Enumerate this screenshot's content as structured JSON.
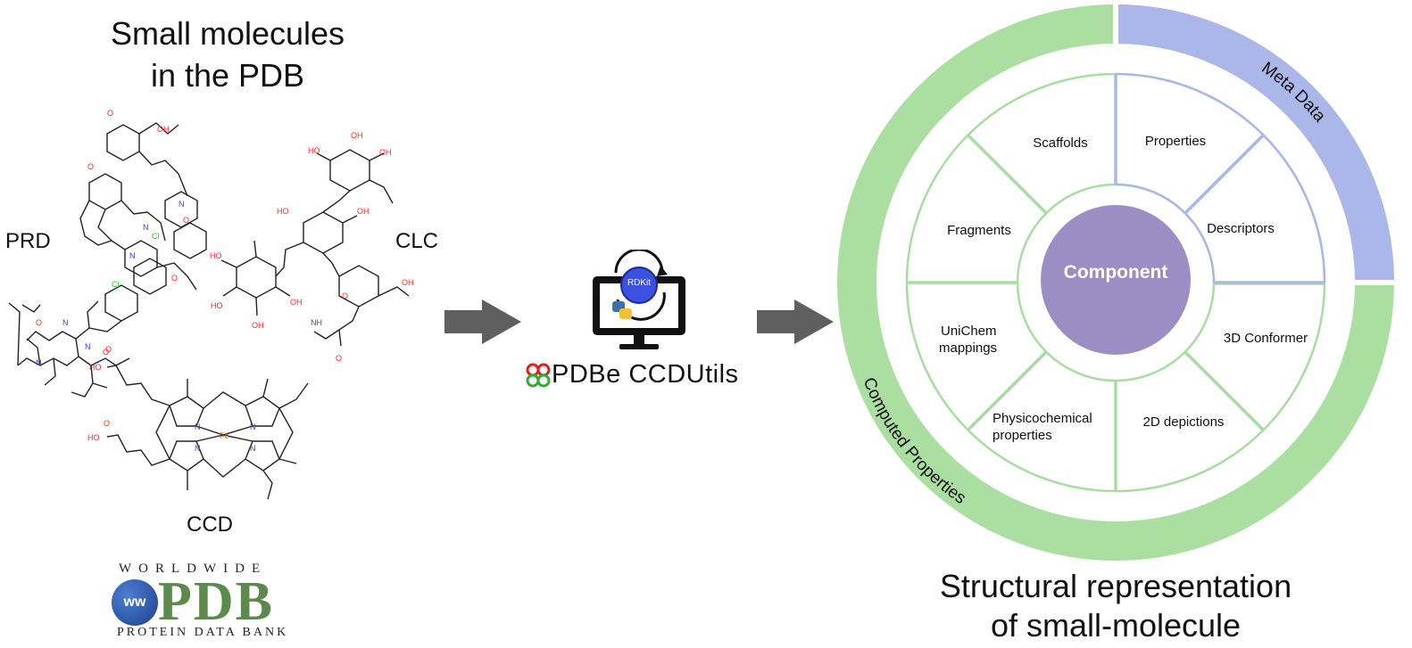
{
  "left": {
    "title_line1": "Small molecules",
    "title_line2": "in the PDB",
    "labels": {
      "prd": "PRD",
      "clc": "CLC",
      "ccd": "CCD"
    },
    "wwpdb": {
      "top": "WORLDWIDE",
      "main": "PDB",
      "bottom": "PROTEIN DATA BANK",
      "badge": "ww"
    }
  },
  "middle": {
    "rdkit_badge": "RDKit",
    "tool_name": "PDBe CCDUtils"
  },
  "wheel": {
    "center": "Component",
    "segments": {
      "scaffolds": "Scaffolds",
      "properties": "Properties",
      "fragments": "Fragments",
      "descriptors": "Descriptors",
      "unichem_1": "UniChem",
      "unichem_2": "mappings",
      "conformer": "3D Conformer",
      "physchem_1": "Physicochemical",
      "physchem_2": "properties",
      "depictions": "2D depictions"
    },
    "outer_meta": "Meta Data",
    "outer_computed": "Computed Properties"
  },
  "right": {
    "title_line1": "Structural representation",
    "title_line2": "of small-molecule"
  },
  "colors": {
    "green": "#abdea1",
    "green_line": "#8fd18a",
    "blue": "#aab7e8",
    "blue_line": "#9aa8e0",
    "center": "#9b8ec4",
    "arrow": "#5f5f5f",
    "atom_o": "#ff2a2a",
    "atom_n": "#3a3aff",
    "atom_cl": "#22cc22",
    "pdb_green": "#5b8a4c"
  }
}
